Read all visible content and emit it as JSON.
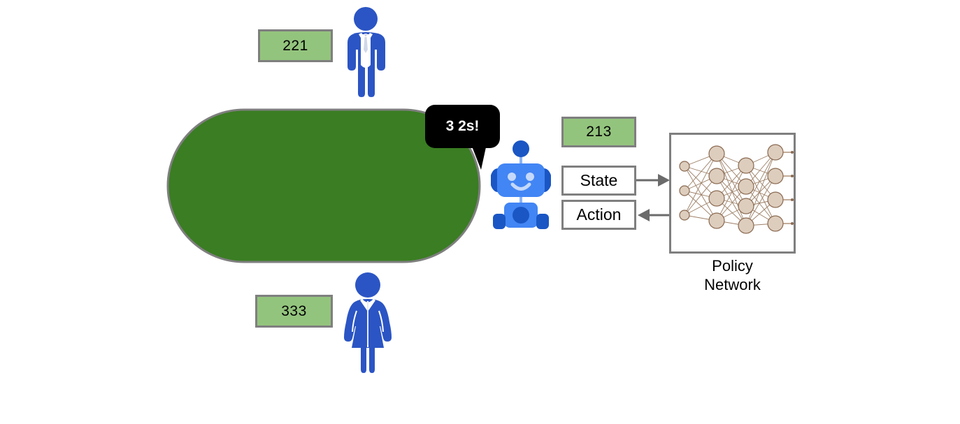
{
  "diagram": {
    "title": "Reinforcement learning agent on a field",
    "background_color": "#ffffff"
  },
  "field": {
    "name": "green-field",
    "color": "#3a7d22",
    "outline_color": "#7f7f7f"
  },
  "people": [
    {
      "id": "person-top",
      "type": "businessman-icon",
      "color": "#2b55c4",
      "chip": {
        "value": "221",
        "fill": "#93c47d",
        "border": "#7f7f7f"
      }
    },
    {
      "id": "person-bottom",
      "type": "businesswoman-icon",
      "color": "#2b55c4",
      "chip": {
        "value": "333",
        "fill": "#93c47d",
        "border": "#7f7f7f"
      }
    }
  ],
  "robot": {
    "name": "robot-icon",
    "body_color": "#4285f4",
    "dark_color": "#1a56c4",
    "speech_bubble": {
      "text": "3 2s!",
      "background": "#000000",
      "text_color": "#ffffff"
    },
    "chip": {
      "value": "213",
      "fill": "#93c47d",
      "border": "#7f7f7f"
    }
  },
  "io": {
    "state_label": "State",
    "action_label": "Action",
    "state_arrow_direction": "right",
    "action_arrow_direction": "left",
    "arrow_color": "#6b6b6b",
    "border_color": "#7f7f7f"
  },
  "policy_network": {
    "caption": "Policy\nNetwork",
    "node_fill": "#ddcdbd",
    "node_stroke": "#8a6a52",
    "edge_color": "#9c7f66",
    "frame_border": "#7f7f7f",
    "layers": [
      {
        "name": "input",
        "nodes": 3,
        "radius": 7
      },
      {
        "name": "hidden-1",
        "nodes": 4,
        "radius": 11
      },
      {
        "name": "hidden-2",
        "nodes": 4,
        "radius": 11
      },
      {
        "name": "output",
        "nodes": 4,
        "radius": 11
      }
    ]
  }
}
